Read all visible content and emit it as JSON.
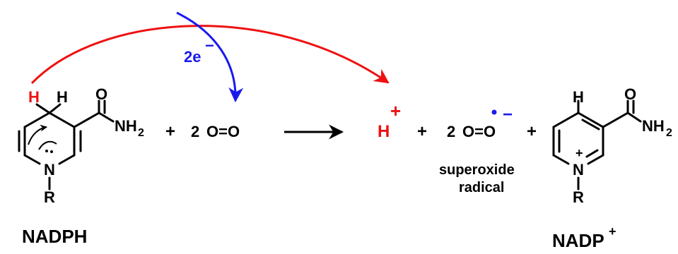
{
  "colors": {
    "red": "#ee1111",
    "blue": "#1a1aee",
    "black": "#000000"
  },
  "labels": {
    "electron_transfer": "2e",
    "electron_charge": "−",
    "two": "2",
    "o2_reactant": "O=O",
    "plus": "+",
    "proton": "H",
    "proton_charge": "+",
    "superoxide_formula": "O=O",
    "radical_charge": "−",
    "superoxide_line1": "superoxide",
    "superoxide_line2": "radical",
    "nadph": "NADPH",
    "nadp": "NADP",
    "nadp_charge": "+"
  },
  "nadph": {
    "h_red": "H",
    "h_black": "H",
    "o": "O",
    "nh": "NH",
    "sub2": "2",
    "n": "N",
    "r": "R"
  },
  "nadp": {
    "h": "H",
    "o": "O",
    "nh": "NH",
    "sub2": "2",
    "n": "N",
    "n_charge": "+",
    "r": "R"
  }
}
